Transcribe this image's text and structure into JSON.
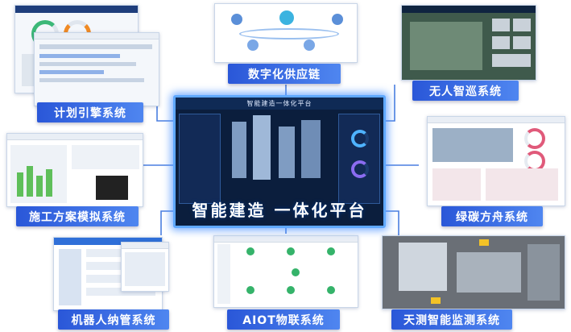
{
  "center": {
    "title": "智能建造一体化平台",
    "big_title": "智能建造 一体化平台"
  },
  "systems": [
    {
      "id": "plan",
      "label": "计划引擎系统"
    },
    {
      "id": "supply",
      "label": "数字化供应链"
    },
    {
      "id": "patrol",
      "label": "无人智巡系统"
    },
    {
      "id": "construction",
      "label": "施工方案模拟系统"
    },
    {
      "id": "carbon",
      "label": "绿碳方舟系统"
    },
    {
      "id": "robot",
      "label": "机器人纳管系统"
    },
    {
      "id": "aiot",
      "label": "AIOT物联系统"
    },
    {
      "id": "monitor",
      "label": "天测智能监测系统"
    }
  ],
  "colors": {
    "label_bg": "#3568e4",
    "connector": "#4a7fe0",
    "center_glow": "#5fa8ff",
    "center_bg": "#0b1e3d"
  }
}
